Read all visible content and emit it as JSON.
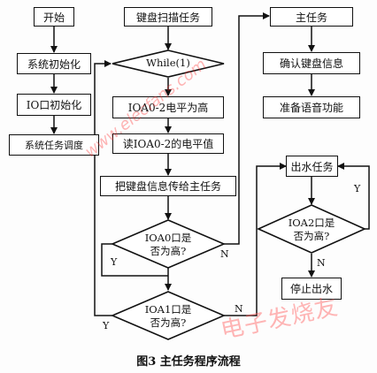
{
  "nodes": {
    "start": "开始",
    "sys_init": "系统初始化",
    "io_init": "IO口初始化",
    "task_sched": "系统任务调度",
    "key_task": "键盘扫描任务",
    "while_loop": "While(1)",
    "ioa_high": "IOA0-2电平为高",
    "read_ioa": "读IOA0-2的电平值",
    "send_key": "把键盘信息传给主任务",
    "ioa0_check": "IOA0口是否为高?",
    "ioa1_check": "IOA1口是否为高?",
    "main_task": "主任务",
    "confirm_key": "确认键盘信息",
    "prepare_voice": "准备语音功能",
    "water_task": "出水任务",
    "ioa2_check": "IOA2口是否为高?",
    "stop_water": "停止出水"
  },
  "labels": {
    "y": "Y",
    "n": "N"
  },
  "caption": "图3   主任务程序流程",
  "watermark": {
    "site": "www.elecfans.com",
    "brand": "电子发烧友"
  }
}
